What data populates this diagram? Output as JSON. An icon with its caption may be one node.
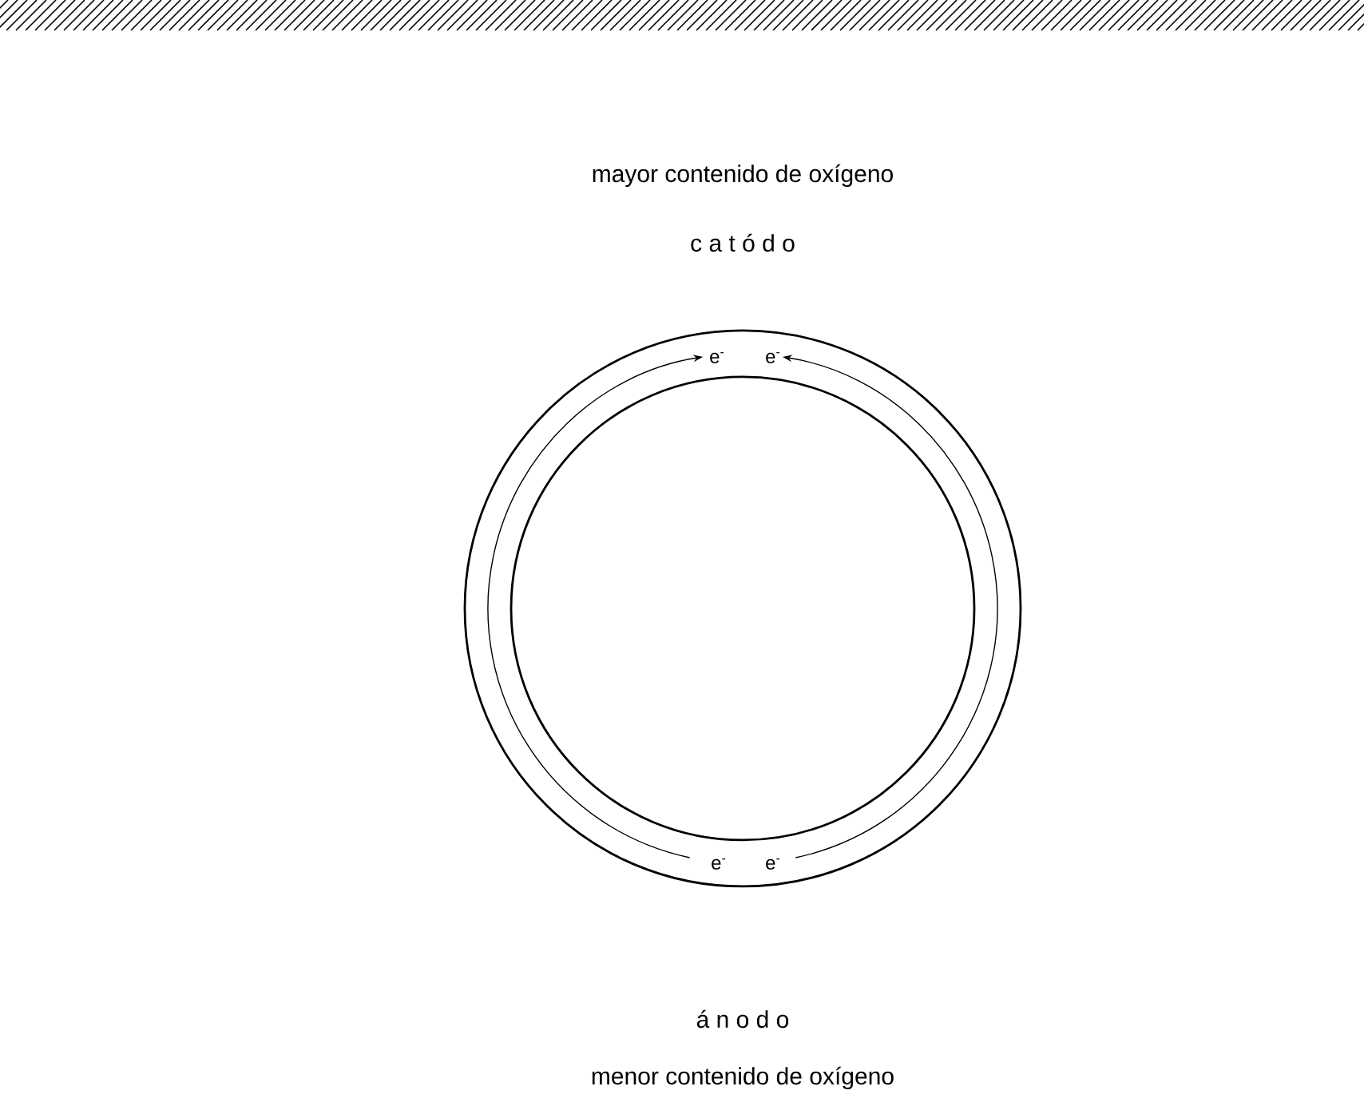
{
  "diagram": {
    "labels": [
      "mayor contenido de oxígeno",
      "c a t ó d o",
      "e$^{-}$",
      "e$^{-}$",
      "e$^{-}$",
      "e$^{-}$",
      "á n o d o",
      "menor contenido de oxígeno"
    ]
  }
}
